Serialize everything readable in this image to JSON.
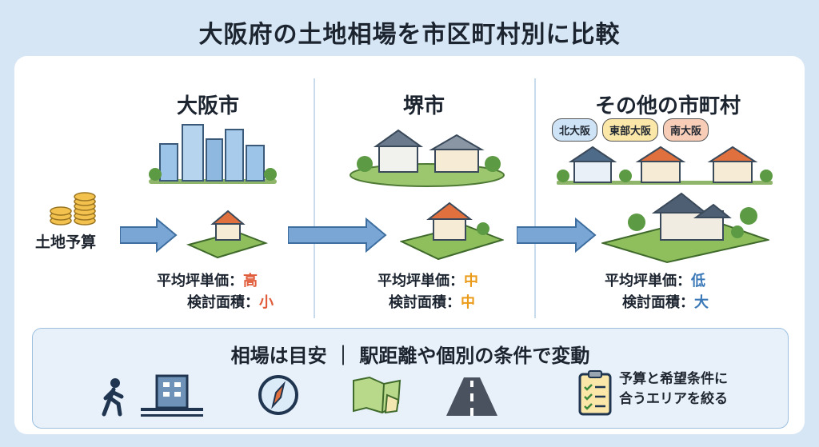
{
  "title": "大阪府の土地相場を市区町村別に比較",
  "budget_label": "土地予算",
  "columns": [
    {
      "title": "大阪市",
      "price_label": "平均坪単価：",
      "price_value": "高",
      "area_label": "検討面積：",
      "area_value": "小"
    },
    {
      "title": "堺市",
      "price_label": "平均坪単価：",
      "price_value": "中",
      "area_label": "検討面積：",
      "area_value": "中"
    },
    {
      "title": "その他の市町村",
      "price_label": "平均坪単価：",
      "price_value": "低",
      "area_label": "検討面積：",
      "area_value": "大"
    }
  ],
  "region_tags": [
    {
      "label": "北大阪",
      "color": "#cfe3f7"
    },
    {
      "label": "東部大阪",
      "color": "#fbe7a8"
    },
    {
      "label": "南大阪",
      "color": "#f8cdb8"
    }
  ],
  "bottom": {
    "title": "相場は目安 ｜ 駅距離や個別の条件で変動",
    "note_line1": "予算と希望条件に",
    "note_line2": "合うエリアを絞る"
  },
  "icons": [
    "walking-person-icon",
    "station-icon",
    "compass-icon",
    "map-icon",
    "road-icon",
    "checklist-icon"
  ],
  "colors": {
    "high": "#e05c3a",
    "mid": "#eb9b1a",
    "low": "#3a78b8",
    "arrow": "#7aa6d6"
  }
}
